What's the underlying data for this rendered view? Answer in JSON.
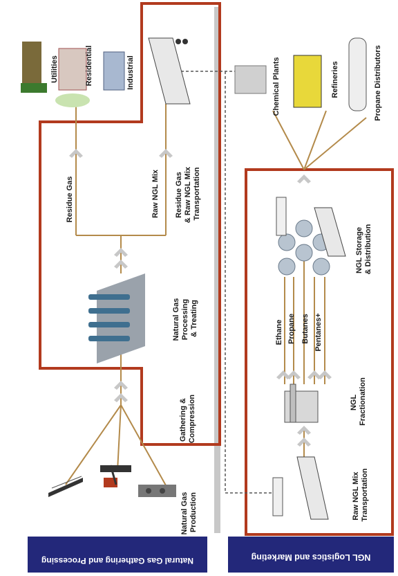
{
  "banners": {
    "gathering": "Natural Gas Gathering and Processing",
    "logistics": "NGL Logistics and Marketing"
  },
  "stages": {
    "production": [
      "Natural Gas",
      "Production"
    ],
    "gathering": [
      "Gathering &",
      "Compression"
    ],
    "processing": [
      "Natural Gas",
      "Processing",
      "& Treating"
    ],
    "residue_gas": "Residue Gas",
    "raw_ngl_mix": "Raw NGL Mix",
    "transport": [
      "Residue Gas",
      "& Raw NGL Mix",
      "Transportation"
    ],
    "raw_transport": [
      "Raw NGL Mix",
      "Transportation"
    ],
    "fractionation": [
      "NGL",
      "Fractionation"
    ],
    "storage": [
      "NGL Storage",
      "& Distribution"
    ]
  },
  "products": [
    "Ethane",
    "Propane",
    "Butanes",
    "Pentanes+"
  ],
  "end_users_gas": [
    "Utilities",
    "Residential",
    "Industrial"
  ],
  "end_users_ngl": [
    "Chemical Plants",
    "Refineries",
    "Propane Distributors"
  ],
  "colors": {
    "frame": "#b23a1e",
    "banner": "#23287a",
    "pipe": "#b38a4a",
    "arrow": "#c7c7c7",
    "divider": "#c8c8c8"
  }
}
